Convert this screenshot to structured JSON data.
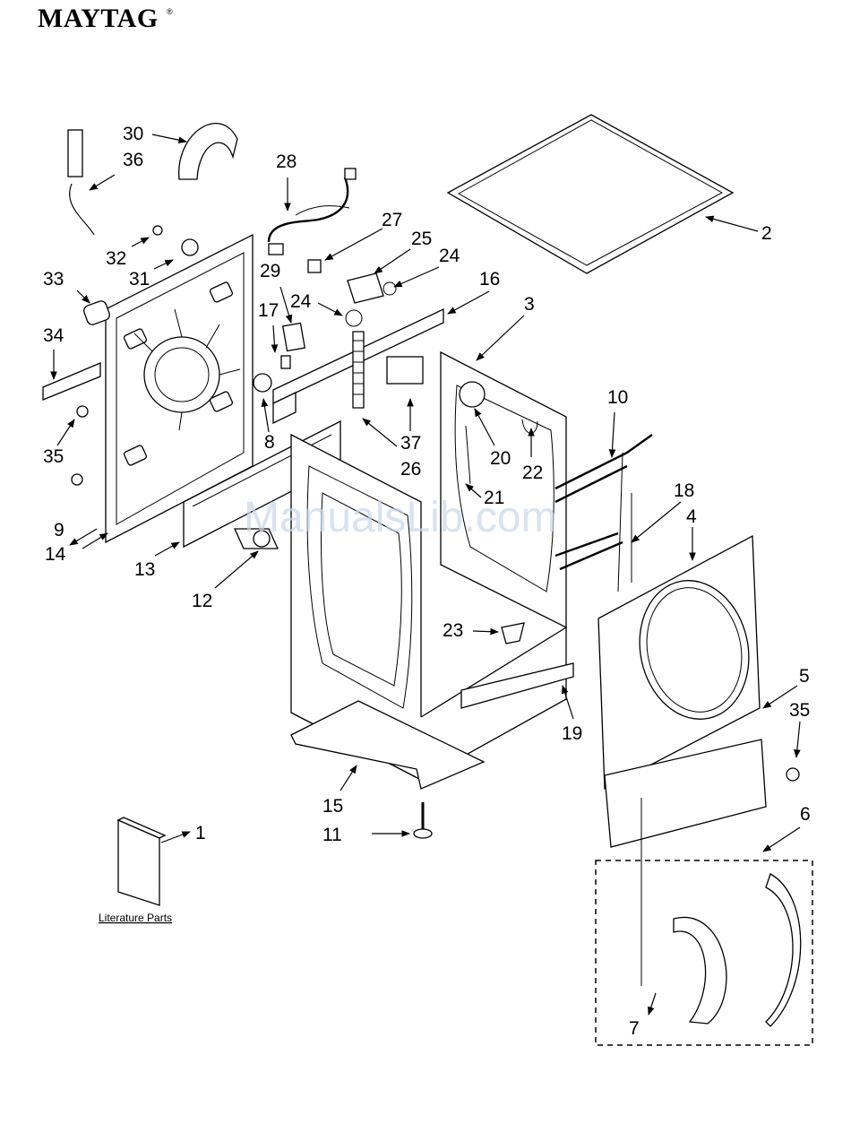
{
  "brand": {
    "name": "MAYTAG",
    "mark": "®"
  },
  "watermark": "ManualsLib.com",
  "literature_caption": "Literature Parts",
  "callouts": {
    "c1": "1",
    "c2": "2",
    "c3": "3",
    "c4": "4",
    "c5": "5",
    "c6": "6",
    "c7": "7",
    "c8": "8",
    "c9": "9",
    "c10": "10",
    "c11": "11",
    "c12": "12",
    "c13": "13",
    "c14": "14",
    "c15": "15",
    "c16": "16",
    "c17": "17",
    "c18": "18",
    "c19": "19",
    "c20": "20",
    "c21": "21",
    "c22": "22",
    "c23": "23",
    "c24a": "24",
    "c24b": "24",
    "c25": "25",
    "c26": "26",
    "c27": "27",
    "c28": "28",
    "c29": "29",
    "c30": "30",
    "c31": "31",
    "c32": "32",
    "c33": "33",
    "c34": "34",
    "c35a": "35",
    "c35b": "35",
    "c36": "36",
    "c37": "37"
  }
}
